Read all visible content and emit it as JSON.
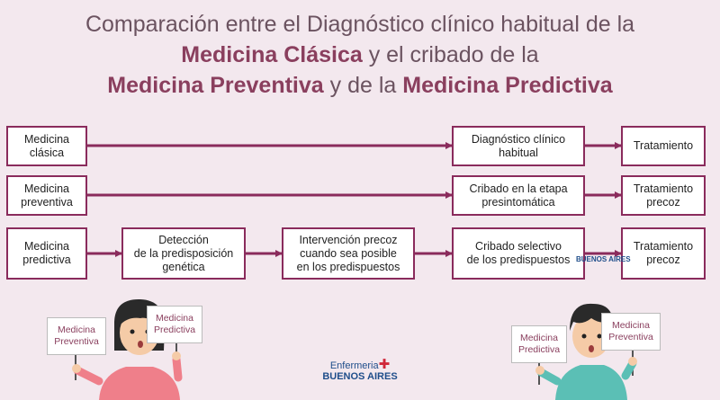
{
  "title": {
    "line1": "Comparación entre el Diagnóstico clínico habitual de la",
    "line2_bold": "Medicina Clásica",
    "line2_rest": " y el cribado de la",
    "line3_bold1": "Medicina Preventiva",
    "line3_mid": " y de la ",
    "line3_bold2": "Medicina Predictiva"
  },
  "rows": {
    "clasica": {
      "label_1": "Medicina",
      "label_2": "clásica",
      "diag_1": "Diagnóstico clínico",
      "diag_2": "habitual",
      "result": "Tratamiento"
    },
    "preventiva": {
      "label_1": "Medicina",
      "label_2": "preventiva",
      "diag_1": "Cribado en la etapa",
      "diag_2": "presintomática",
      "result_1": "Tratamiento",
      "result_2": "precoz"
    },
    "predictiva": {
      "label_1": "Medicina",
      "label_2": "predictiva",
      "step1_1": "Detección",
      "step1_2": "de la predisposición",
      "step1_3": "genética",
      "step2_1": "Intervención precoz",
      "step2_2": "cuando sea posible",
      "step2_3": "en los predispuestos",
      "step3_1": "Cribado selectivo",
      "step3_2": "de los predispuestos",
      "result_1": "Tratamiento",
      "result_2": "precoz"
    }
  },
  "signs": {
    "left_a_1": "Medicina",
    "left_a_2": "Preventiva",
    "left_b_1": "Medicina",
    "left_b_2": "Predictiva",
    "right_a_1": "Medicina",
    "right_a_2": "Predictiva",
    "right_b_1": "Medicina",
    "right_b_2": "Preventiva"
  },
  "logo": {
    "line1": "Enfermeria",
    "line2": "BUENOS AIRES"
  },
  "watermark": {
    "line2": "BUENOS AIRES"
  },
  "colors": {
    "arrow": "#8a2b5c",
    "box_border": "#8a2b5c",
    "title_bold": "#8a3f5e",
    "background": "#f3e8ee"
  }
}
